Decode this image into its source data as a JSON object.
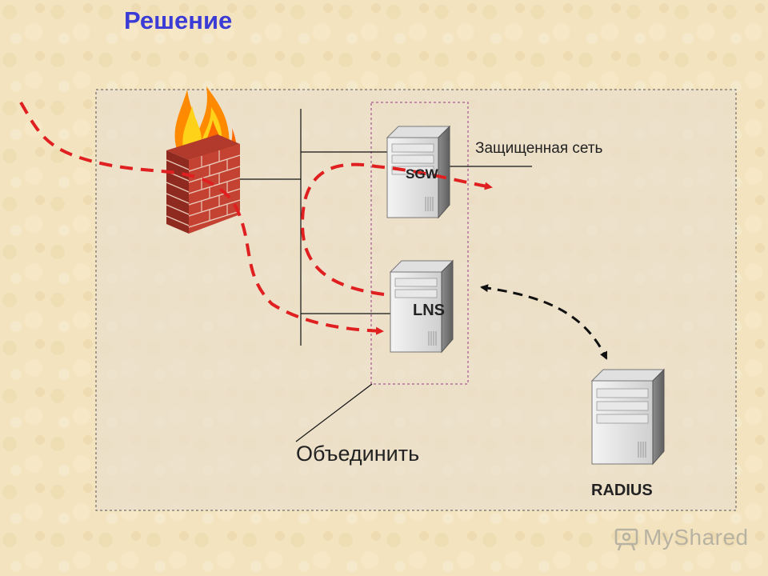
{
  "slide": {
    "title": "Решение"
  },
  "diagram": {
    "protected_network_label": "Защищенная сеть",
    "merge_label": "Объединить",
    "servers": {
      "sgw": "SGW",
      "lns": "LNS",
      "radius": "RADIUS"
    }
  },
  "watermark": {
    "text": "MyShared",
    "icon": "projector-icon"
  },
  "colors": {
    "title": "#3b3bd6",
    "background": "#f3e4bf",
    "zone_fill": "#e9dfcc",
    "red_flow": "#e02020",
    "black_flow": "#111111",
    "zone_border": "#555555",
    "group_border": "#9a3a8a"
  }
}
